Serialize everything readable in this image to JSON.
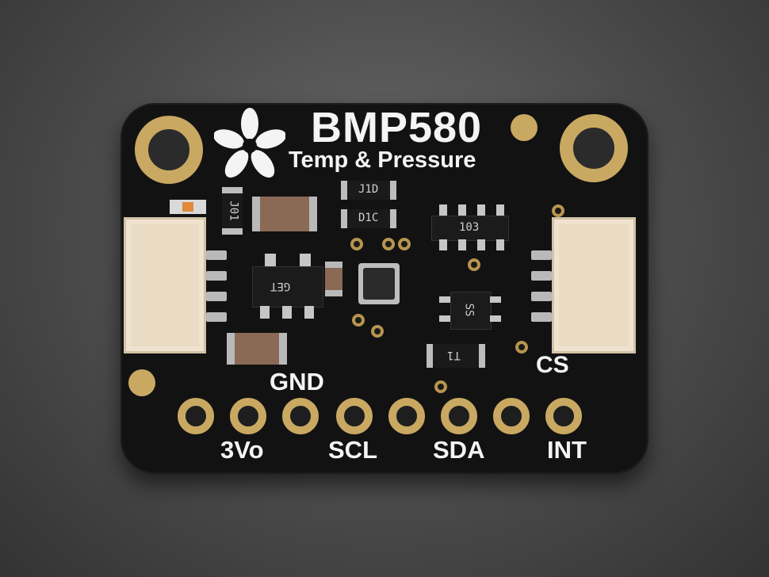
{
  "board": {
    "title": "BMP580",
    "subtitle": "Temp & Pressure",
    "labels": {
      "gnd": "GND",
      "cs": "CS",
      "pin_3vo": "3Vo",
      "pin_scl": "SCL",
      "pin_sda": "SDA",
      "pin_int": "INT"
    },
    "component_markings": {
      "resistor_top": "J1D",
      "resistor_mid": "D1C",
      "resistor_left": "J01",
      "resistor_network": "103",
      "regulator": "GET",
      "mosfet": "SS",
      "diode": "T1"
    },
    "logo": "adafruit-flower-logo"
  },
  "colors": {
    "pcb": "#121212",
    "gold_plating": "#c9a862",
    "silkscreen": "#f4f4f4",
    "connector": "#e9dbc4",
    "background": "#4a4a4a"
  }
}
